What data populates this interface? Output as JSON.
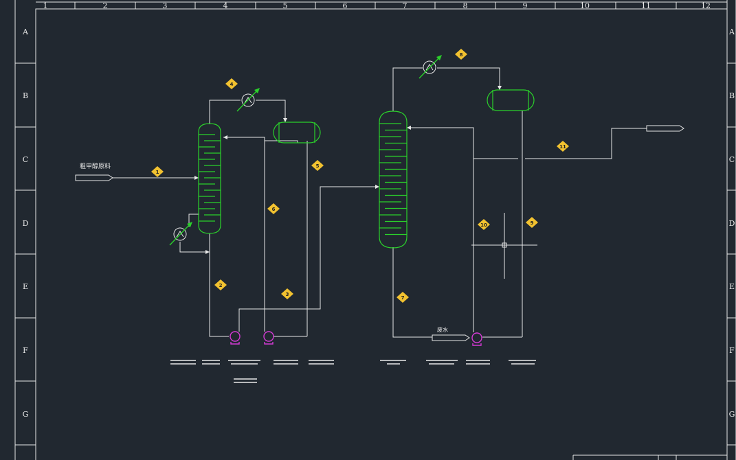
{
  "drawing": {
    "border_columns": [
      "1",
      "2",
      "3",
      "4",
      "5",
      "6",
      "7",
      "8",
      "9",
      "10",
      "11",
      "12"
    ],
    "border_rows": [
      "A",
      "B",
      "C",
      "D",
      "E",
      "F",
      "G"
    ]
  },
  "process": {
    "feed_label": "粗甲醇原料",
    "water_label": "废水",
    "stream_tags": [
      "1",
      "2",
      "3",
      "4",
      "5",
      "6",
      "7",
      "8",
      "9",
      "10",
      "11"
    ]
  },
  "colors": {
    "background": "#212830",
    "line": "#e8e8e8",
    "equipment": "#2bd12b",
    "pump": "#d63ad6",
    "tag_fill": "#f2c230",
    "arrow_green": "#2bd12b"
  }
}
